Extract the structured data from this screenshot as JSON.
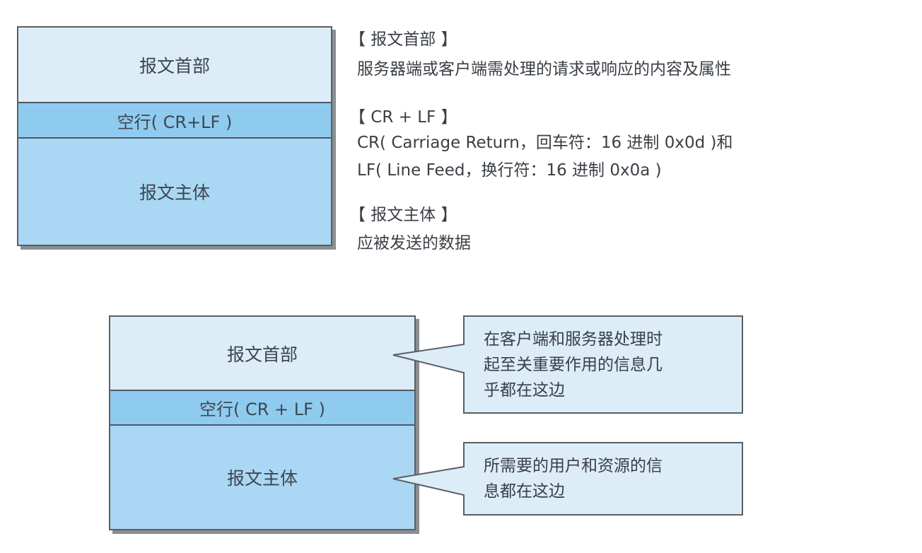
{
  "top_diagram": {
    "header": "报文首部",
    "blank_line": "空行( CR+LF )",
    "body": "报文主体"
  },
  "descriptions": {
    "header_title": "【 报文首部 】",
    "header_text": "服务器端或客户端需处理的请求或响应的内容及属性",
    "crlf_title": "【 CR + LF 】",
    "crlf_line1": "CR( Carriage Return，回车符：16 进制 0x0d )和",
    "crlf_line2": "LF( Line Feed，换行符：16 进制 0x0a )",
    "body_title": "【 报文主体 】",
    "body_text": "应被发送的数据"
  },
  "bottom_diagram": {
    "header": "报文首部",
    "blank_line": "空行( CR + LF )",
    "body": "报文主体",
    "callout_header": [
      "在客户端和服务器处理时",
      "起至关重要作用的信息几",
      "乎都在这边"
    ],
    "callout_body": [
      "所需要的用户和资源的信",
      "息都在这边"
    ]
  }
}
